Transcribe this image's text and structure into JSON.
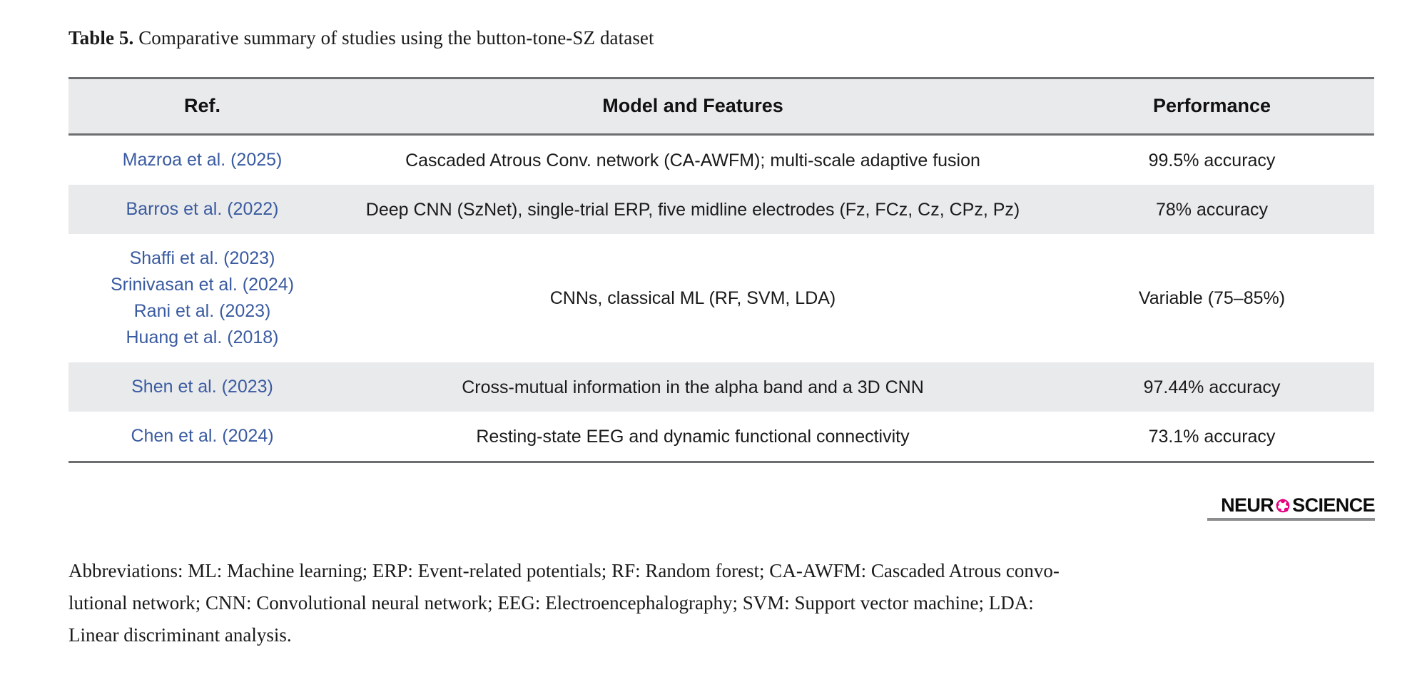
{
  "caption": {
    "label": "Table 5.",
    "text": " Comparative summary of studies using the button-tone-SZ dataset"
  },
  "table": {
    "headers": {
      "ref": "Ref.",
      "model": "Model and Features",
      "performance": "Performance"
    },
    "rows": [
      {
        "refs": [
          "Mazroa et al. (2025)"
        ],
        "model": "Cascaded Atrous Conv. network (CA-AWFM); multi-scale adaptive fusion",
        "performance": "99.5% accuracy"
      },
      {
        "refs": [
          "Barros et al. (2022)"
        ],
        "model": "Deep CNN (SzNet), single-trial ERP, five midline electrodes (Fz, FCz, Cz, CPz, Pz)",
        "performance": "78% accuracy"
      },
      {
        "refs": [
          "Shaffi et al. (2023)",
          "Srinivasan et al. (2024)",
          "Rani et al. (2023)",
          "Huang et al. (2018)"
        ],
        "model": "CNNs, classical ML (RF, SVM, LDA)",
        "performance": "Variable (75–85%)"
      },
      {
        "refs": [
          "Shen et al. (2023)"
        ],
        "model": "Cross-mutual information in the alpha band and a 3D CNN",
        "performance": "97.44% accuracy"
      },
      {
        "refs": [
          "Chen et al. (2024)"
        ],
        "model": "Resting-state EEG and dynamic functional connectivity",
        "performance": "73.1% accuracy"
      }
    ]
  },
  "logo": {
    "text_left": "NEUR",
    "text_right": "SCIENCE",
    "accent_color": "#e6007e"
  },
  "footnote": {
    "lines": [
      "Abbreviations: ML: Machine learning; ERP: Event-related potentials; RF: Random forest; CA-AWFM: Cascaded Atrous convo-",
      "lutional network; CNN: Convolutional neural network; EEG: Electroencephalography; SVM: Support vector machine; LDA:",
      "Linear discriminant analysis."
    ]
  },
  "colors": {
    "link_blue": "#3a5ba0",
    "row_shade": "#e9eaec",
    "rule": "#6d6e70"
  }
}
